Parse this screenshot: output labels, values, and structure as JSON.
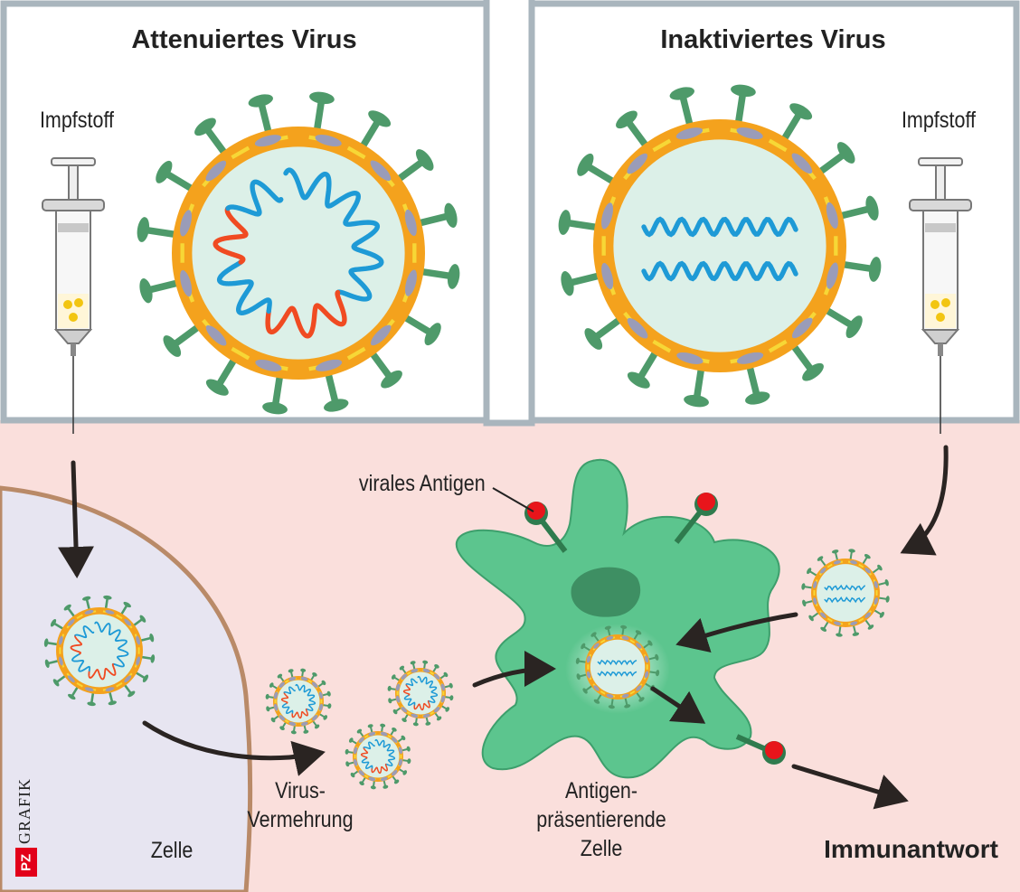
{
  "panels": {
    "attenuated": {
      "title": "Attenuiertes Virus",
      "vaccine_label": "Impfstoff"
    },
    "inactivated": {
      "title": "Inaktiviertes Virus",
      "vaccine_label": "Impfstoff"
    }
  },
  "labels": {
    "viral_antigen": "virales Antigen",
    "virus_replication_1": "Virus-",
    "virus_replication_2": "Vermehrung",
    "apc_1": "Antigen-",
    "apc_2": "präsentierende",
    "apc_3": "Zelle",
    "cell": "Zelle",
    "immune_response": "Immunantwort"
  },
  "brand": {
    "pz": "PZ",
    "grafik": "GRAFIK"
  },
  "colors": {
    "capsid_orange": "#f4a21d",
    "capsid_yellow": "#f7d736",
    "virus_interior": "#dcf0e8",
    "rna_blue": "#1e9ad6",
    "rna_red": "#f04b22",
    "spike_green": "#4e9a6a",
    "membrane_protein_grey": "#9a9cb8",
    "apc_green": "#5cc58e",
    "antigen_red": "#e8151b",
    "tissue_pink": "#fadfdc",
    "cell_lavender": "#e7e5f1",
    "cell_membrane_brown": "#b98a68",
    "panel_border": "#a9b5bd",
    "arrow": "#2a2422"
  }
}
